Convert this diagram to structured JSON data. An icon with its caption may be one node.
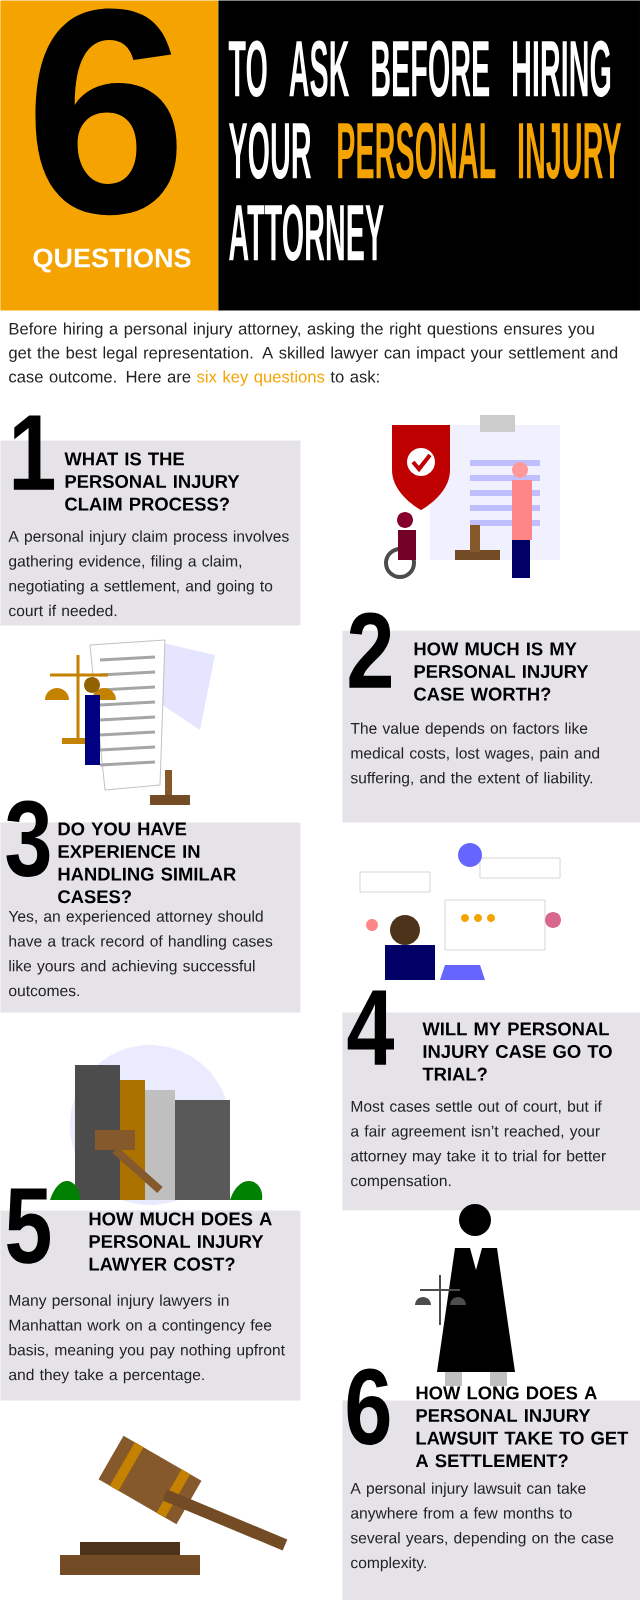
{
  "diagram": {
    "nodes": [
      {
        "text": [
          "6",
          "QUESTIONS"
        ]
      },
      {
        "text": [
          "TO ASK BEFORE HIRING",
          "YOUR",
          "PERSONAL INJURY",
          "ATTORNEY"
        ]
      },
      {
        "text": [
          "1",
          "WHAT IS THE PERSONAL INJURY CLAIM PROCESS?",
          "A personal injury claim process involves gathering evidence, filing a claim, negotiating a settlement, and going to court if needed."
        ]
      },
      {
        "text": [
          "2",
          "HOW MUCH IS MY PERSONAL INJURY CASE WORTH?",
          "The value depends on factors like medical costs, lost wages, pain and suffering, and the extent of liability."
        ]
      },
      {
        "text": [
          "3",
          "DO YOU HAVE EXPERIENCE IN HANDLING SIMILAR CASES?",
          "Yes, an experienced attorney should have a track record of handling cases like yours and achieving successful outcomes."
        ]
      },
      {
        "text": [
          "4",
          "WILL MY PERSONAL INJURY CASE GO TO TRIAL?",
          "Most cases settle out of court, but if a fair agreement isn’t reached, your attorney may take it to trial for better compensation."
        ]
      },
      {
        "text": [
          "5",
          "HOW MUCH DOES A PERSONAL INJURY LAWYER COST?",
          "Many personal injury lawyers in Manhattan work on a contingency fee basis, meaning you pay nothing upfront and they take a percentage."
        ]
      },
      {
        "text": [
          "6",
          "HOW LONG DOES A PERSONAL INJURY LAWSUIT TAKE TO GET A SETTLEMENT?",
          "A personal injury lawsuit can take anywhere from a few months to several years, depending on the case complexity."
        ]
      }
    ],
    "labels": [
      "Before hiring a personal injury attorney, asking the right questions ensures you get the best legal representation. A skilled lawyer can impact your settlement and case outcome. Here are",
      "six key questions",
      "to ask:"
    ]
  }
}
